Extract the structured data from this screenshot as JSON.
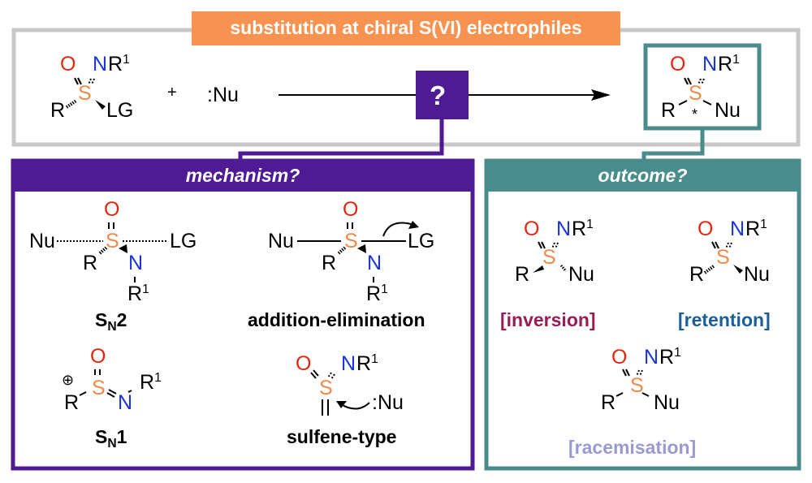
{
  "title": "substitution at chiral S(VI) electrophiles",
  "colors": {
    "title_bg": "#f79250",
    "mechanism": "#4f1b94",
    "outcome": "#4a8c8c",
    "frame_gray": "#c8c8c8",
    "oxygen": "#e3260e",
    "nitrogen": "#1a35e0",
    "sulfur": "#f08a4b",
    "inversion": "#9a1c55",
    "retention": "#1c5e9a",
    "racemisation": "#9a9ad0"
  },
  "reaction": {
    "reactant": {
      "O": "O",
      "N": "N",
      "R1": "R",
      "R1_sup": "1",
      "S": "S",
      "R": "R",
      "LG": "LG"
    },
    "plus": "+",
    "nucleophile": ":Nu",
    "question_mark": "?",
    "product": {
      "O": "O",
      "N": "N",
      "R1": "R",
      "R1_sup": "1",
      "S": "S",
      "R": "R",
      "Nu": "Nu",
      "stereo_mark": "*"
    }
  },
  "mechanism_panel": {
    "header": "mechanism?",
    "items": [
      {
        "label": "S",
        "label_sub": "N",
        "label_suffix": "2",
        "left": "Nu",
        "right": "LG",
        "O": "O",
        "S": "S",
        "R": "R",
        "N": "N",
        "R1": "R",
        "R1_sup": "1"
      },
      {
        "label": "addition-elimination",
        "left": "Nu",
        "right": "LG",
        "O": "O",
        "S": "S",
        "R": "R",
        "N": "N",
        "R1": "R",
        "R1_sup": "1"
      },
      {
        "label": "S",
        "label_sub": "N",
        "label_suffix": "1",
        "charge": "⊕",
        "O": "O",
        "S": "S",
        "R": "R",
        "N": "N",
        "R1": "R",
        "R1_sup": "1"
      },
      {
        "label": "sulfene-type",
        "O": "O",
        "S": "S",
        "N": "N",
        "R1": "R",
        "R1_sup": "1",
        "nucleophile": ":Nu"
      }
    ]
  },
  "outcome_panel": {
    "header": "outcome?",
    "items": [
      {
        "label": "[inversion]",
        "O": "O",
        "N": "N",
        "R1": "R",
        "R1_sup": "1",
        "S": "S",
        "R": "R",
        "Nu": "Nu"
      },
      {
        "label": "[retention]",
        "O": "O",
        "N": "N",
        "R1": "R",
        "R1_sup": "1",
        "S": "S",
        "R": "R",
        "Nu": "Nu"
      },
      {
        "label": "[racemisation]",
        "O": "O",
        "N": "N",
        "R1": "R",
        "R1_sup": "1",
        "S": "S",
        "R": "R",
        "Nu": "Nu"
      }
    ]
  }
}
